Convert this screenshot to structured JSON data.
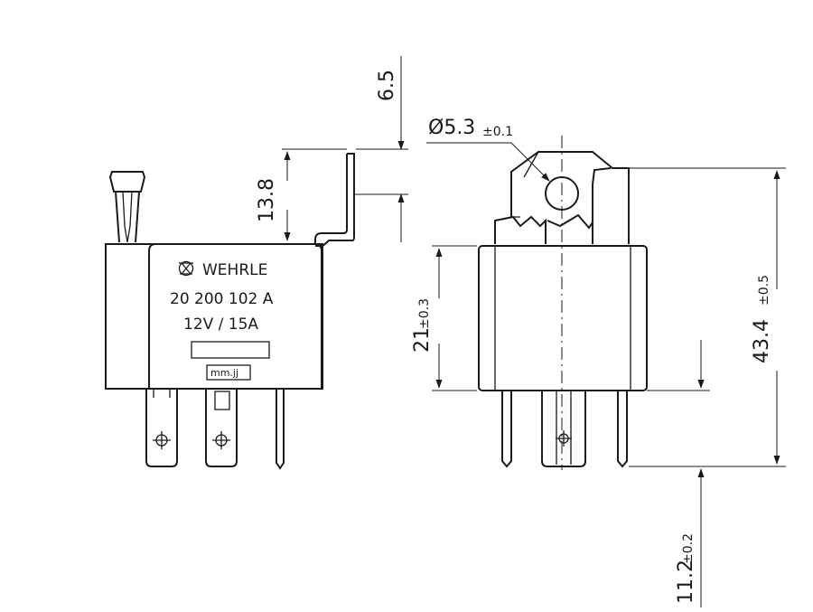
{
  "label": {
    "brand": "WEHRLE",
    "part_number": "20 200 102 A",
    "rating": "12V / 15A",
    "date_code": "mm.jj"
  },
  "dimensions": {
    "tab_offset": "6.5",
    "bracket_height": "13.8",
    "hole_diameter": "Ø5.3",
    "hole_diameter_tol": "±0.1",
    "body_height": "21",
    "body_height_tol": "±0.3",
    "overall_height": "43.4",
    "overall_height_tol": "±0.5",
    "pin_length": "11.2",
    "pin_length_tol": "±0.2"
  },
  "icons": {
    "brand_logo": "wehrle-logo-icon",
    "terminal_marks": "crosshair-icon"
  }
}
